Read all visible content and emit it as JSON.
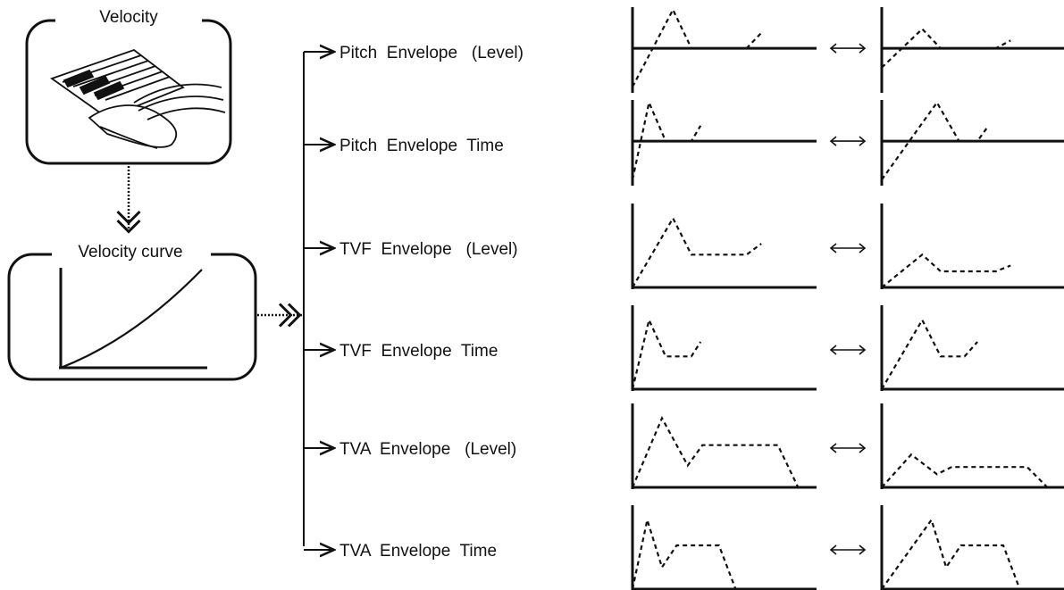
{
  "source": {
    "title": "Velocity"
  },
  "curve": {
    "title": "Velocity curve"
  },
  "colors": {
    "ink": "#111111",
    "paper": "#ffffff"
  },
  "destinations": [
    {
      "label": "Pitch  Envelope   (Level)",
      "axis": "center",
      "before": [
        [
          0,
          -1
        ],
        [
          0.22,
          1
        ],
        [
          0.32,
          0
        ],
        [
          0.62,
          0
        ],
        [
          0.7,
          0.4
        ]
      ],
      "after": [
        [
          0,
          -0.5
        ],
        [
          0.22,
          0.5
        ],
        [
          0.32,
          0
        ],
        [
          0.62,
          0
        ],
        [
          0.7,
          0.2
        ]
      ]
    },
    {
      "label": "Pitch  Envelope  Time",
      "axis": "center",
      "before": [
        [
          0,
          -1
        ],
        [
          0.09,
          1
        ],
        [
          0.18,
          0
        ],
        [
          0.32,
          0
        ],
        [
          0.37,
          0.4
        ]
      ],
      "after": [
        [
          0,
          -1
        ],
        [
          0.3,
          1
        ],
        [
          0.42,
          0
        ],
        [
          0.52,
          0
        ],
        [
          0.58,
          0.4
        ]
      ]
    },
    {
      "label": "TVF  Envelope   (Level)",
      "axis": "bottom",
      "before": [
        [
          0,
          0
        ],
        [
          0.22,
          0.95
        ],
        [
          0.32,
          0.45
        ],
        [
          0.62,
          0.45
        ],
        [
          0.7,
          0.6
        ]
      ],
      "after": [
        [
          0,
          0
        ],
        [
          0.22,
          0.45
        ],
        [
          0.32,
          0.22
        ],
        [
          0.62,
          0.22
        ],
        [
          0.7,
          0.3
        ]
      ]
    },
    {
      "label": "TVF  Envelope  Time",
      "axis": "bottom",
      "before": [
        [
          0,
          0
        ],
        [
          0.09,
          0.95
        ],
        [
          0.18,
          0.45
        ],
        [
          0.32,
          0.45
        ],
        [
          0.37,
          0.65
        ]
      ],
      "after": [
        [
          0,
          0
        ],
        [
          0.22,
          0.95
        ],
        [
          0.32,
          0.45
        ],
        [
          0.45,
          0.45
        ],
        [
          0.52,
          0.65
        ]
      ]
    },
    {
      "label": "TVA  Envelope   (Level)",
      "axis": "bottom",
      "before": [
        [
          0,
          0
        ],
        [
          0.16,
          0.95
        ],
        [
          0.3,
          0.3
        ],
        [
          0.38,
          0.58
        ],
        [
          0.79,
          0.58
        ],
        [
          0.9,
          0
        ]
      ],
      "after": [
        [
          0,
          0
        ],
        [
          0.16,
          0.45
        ],
        [
          0.3,
          0.18
        ],
        [
          0.38,
          0.28
        ],
        [
          0.79,
          0.28
        ],
        [
          0.9,
          0
        ]
      ]
    },
    {
      "label": "TVA  Envelope  Time",
      "axis": "bottom",
      "before": [
        [
          0,
          0
        ],
        [
          0.08,
          0.95
        ],
        [
          0.16,
          0.3
        ],
        [
          0.24,
          0.6
        ],
        [
          0.47,
          0.6
        ],
        [
          0.56,
          0
        ]
      ],
      "after": [
        [
          0,
          0
        ],
        [
          0.27,
          0.95
        ],
        [
          0.35,
          0.3
        ],
        [
          0.43,
          0.6
        ],
        [
          0.66,
          0.6
        ],
        [
          0.75,
          0
        ]
      ]
    }
  ]
}
